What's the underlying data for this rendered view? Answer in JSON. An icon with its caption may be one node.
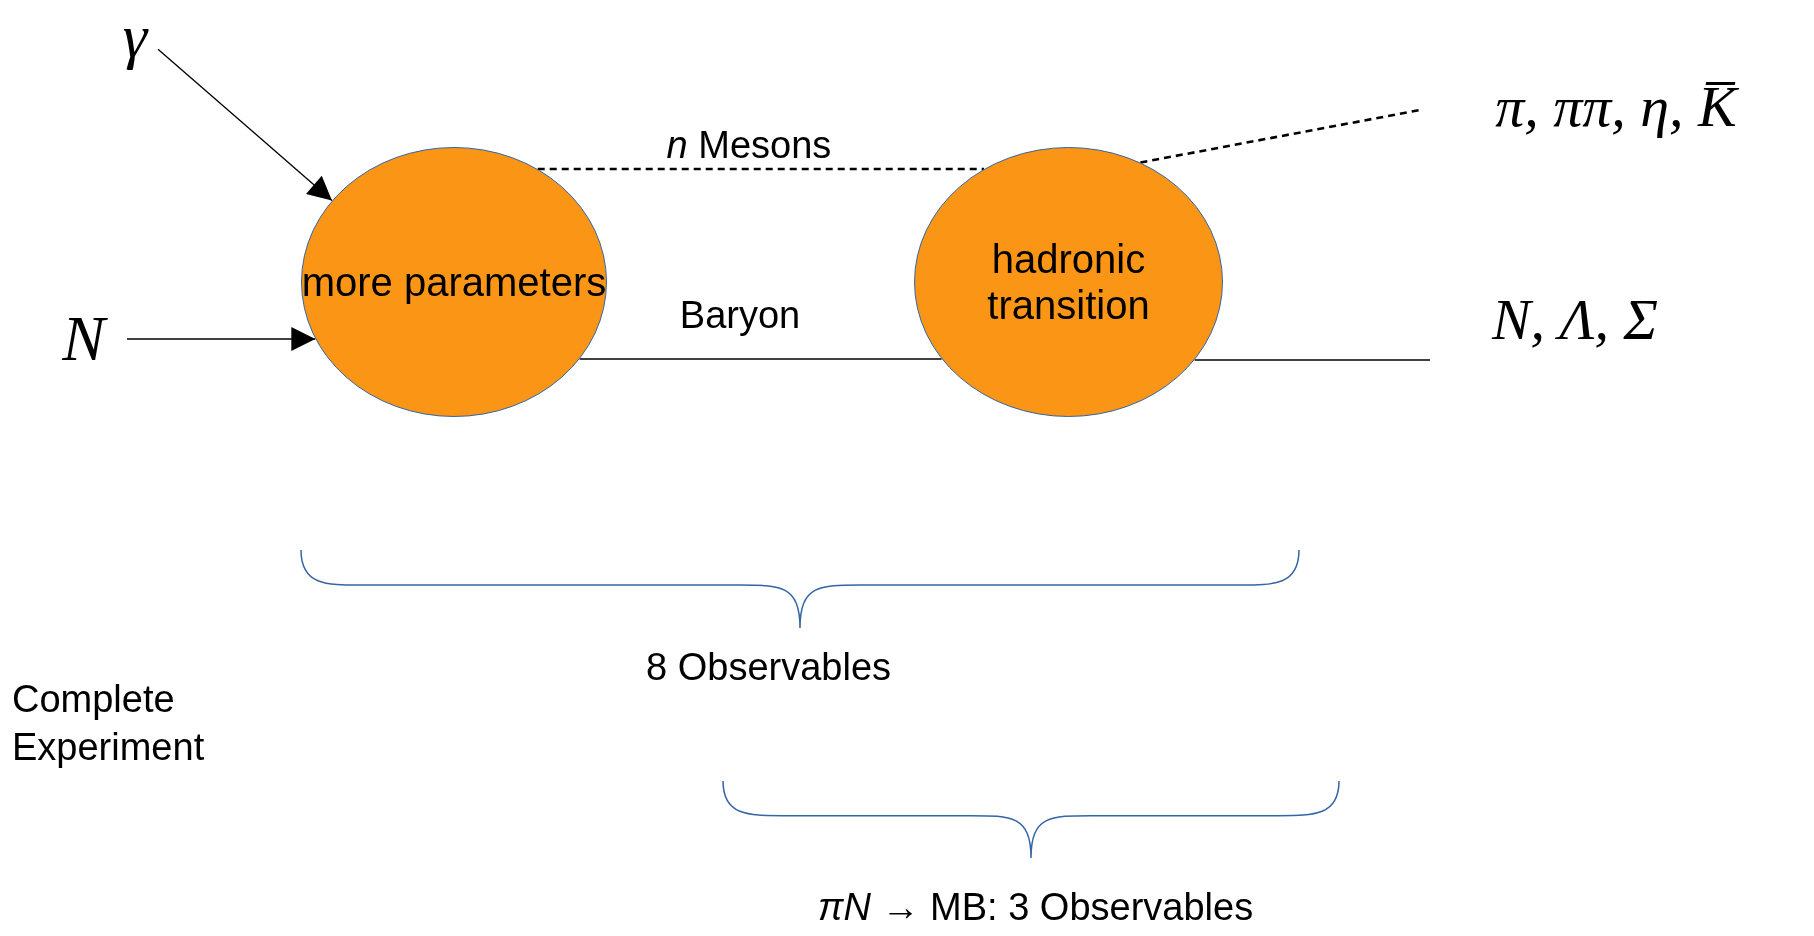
{
  "diagram": {
    "nodes": [
      {
        "text": [
          "γ"
        ]
      },
      {
        "text": [
          "N"
        ]
      },
      {
        "text": [
          "more parameters"
        ]
      },
      {
        "text": [
          "hadronic transition"
        ]
      },
      {
        "text": [
          "π, ππ, η, K̅"
        ]
      },
      {
        "text": [
          "N, Λ, Σ"
        ]
      }
    ],
    "edges": [
      {
        "from": 0,
        "to": 2,
        "arrow": "to"
      },
      {
        "from": 1,
        "to": 2,
        "arrow": "to"
      },
      {
        "from": 2,
        "to": 3,
        "arrow": "none",
        "label": "*n* Mesons",
        "style": "dashed"
      },
      {
        "from": 2,
        "to": 3,
        "arrow": "none",
        "label": "Baryon"
      },
      {
        "from": 3,
        "to": 4,
        "arrow": "none",
        "style": "dashed"
      },
      {
        "from": 3,
        "to": 5,
        "arrow": "none"
      }
    ],
    "labels": [
      "8 Observables",
      "Complete Experiment",
      "*πN* → MB: 3 Observables"
    ]
  }
}
